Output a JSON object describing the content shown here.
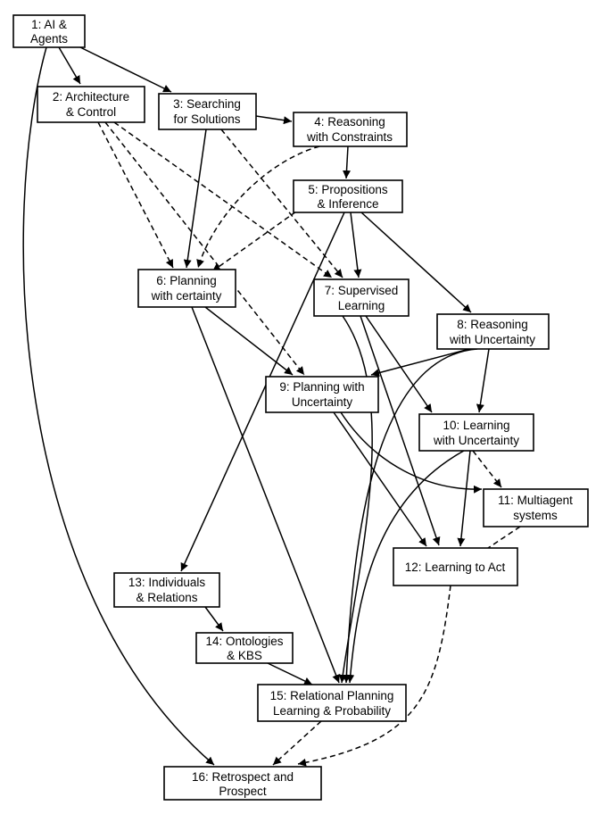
{
  "nodes": [
    {
      "id": "n1",
      "lines": [
        "1: AI &",
        "Agents"
      ]
    },
    {
      "id": "n2",
      "lines": [
        "2: Architecture",
        "& Control"
      ]
    },
    {
      "id": "n3",
      "lines": [
        "3: Searching",
        "for Solutions"
      ]
    },
    {
      "id": "n4",
      "lines": [
        "4: Reasoning",
        "with Constraints"
      ]
    },
    {
      "id": "n5",
      "lines": [
        "5: Propositions",
        "& Inference"
      ]
    },
    {
      "id": "n6",
      "lines": [
        "6: Planning",
        "with certainty"
      ]
    },
    {
      "id": "n7",
      "lines": [
        "7: Supervised",
        "Learning"
      ]
    },
    {
      "id": "n8",
      "lines": [
        "8: Reasoning",
        "with Uncertainty"
      ]
    },
    {
      "id": "n9",
      "lines": [
        "9: Planning with",
        "Uncertainty"
      ]
    },
    {
      "id": "n10",
      "lines": [
        "10: Learning",
        "with Uncertainty"
      ]
    },
    {
      "id": "n11",
      "lines": [
        "11: Multiagent",
        "systems"
      ]
    },
    {
      "id": "n12",
      "lines": [
        "12: Learning to Act"
      ]
    },
    {
      "id": "n13",
      "lines": [
        "13: Individuals",
        "& Relations"
      ]
    },
    {
      "id": "n14",
      "lines": [
        "14: Ontologies",
        "& KBS"
      ]
    },
    {
      "id": "n15",
      "lines": [
        "15: Relational Planning",
        "Learning & Probability"
      ]
    },
    {
      "id": "n16",
      "lines": [
        "16: Retrospect and",
        "Prospect"
      ]
    }
  ],
  "edges": [
    {
      "from": "n1",
      "to": "n2",
      "style": "solid"
    },
    {
      "from": "n1",
      "to": "n3",
      "style": "solid"
    },
    {
      "from": "n1",
      "to": "n16",
      "style": "solid"
    },
    {
      "from": "n2",
      "to": "n6",
      "style": "dashed"
    },
    {
      "from": "n2",
      "to": "n7",
      "style": "dashed"
    },
    {
      "from": "n2",
      "to": "n9",
      "style": "dashed"
    },
    {
      "from": "n3",
      "to": "n4",
      "style": "solid"
    },
    {
      "from": "n3",
      "to": "n6",
      "style": "solid"
    },
    {
      "from": "n3",
      "to": "n7",
      "style": "dashed"
    },
    {
      "from": "n4",
      "to": "n5",
      "style": "solid"
    },
    {
      "from": "n4",
      "to": "n6",
      "style": "dashed"
    },
    {
      "from": "n5",
      "to": "n6",
      "style": "dashed"
    },
    {
      "from": "n5",
      "to": "n7",
      "style": "solid"
    },
    {
      "from": "n5",
      "to": "n8",
      "style": "solid"
    },
    {
      "from": "n5",
      "to": "n13",
      "style": "solid"
    },
    {
      "from": "n6",
      "to": "n9",
      "style": "solid"
    },
    {
      "from": "n6",
      "to": "n15",
      "style": "solid"
    },
    {
      "from": "n7",
      "to": "n10",
      "style": "solid"
    },
    {
      "from": "n7",
      "to": "n12",
      "style": "solid"
    },
    {
      "from": "n7",
      "to": "n15",
      "style": "solid"
    },
    {
      "from": "n8",
      "to": "n9",
      "style": "solid"
    },
    {
      "from": "n8",
      "to": "n10",
      "style": "solid"
    },
    {
      "from": "n8",
      "to": "n15",
      "style": "solid"
    },
    {
      "from": "n9",
      "to": "n11",
      "style": "solid"
    },
    {
      "from": "n9",
      "to": "n12",
      "style": "solid"
    },
    {
      "from": "n10",
      "to": "n11",
      "style": "dashed"
    },
    {
      "from": "n10",
      "to": "n12",
      "style": "solid"
    },
    {
      "from": "n10",
      "to": "n15",
      "style": "solid"
    },
    {
      "from": "n11",
      "to": "n12",
      "style": "dashed"
    },
    {
      "from": "n12",
      "to": "n16",
      "style": "dashed"
    },
    {
      "from": "n13",
      "to": "n14",
      "style": "solid"
    },
    {
      "from": "n14",
      "to": "n15",
      "style": "solid"
    },
    {
      "from": "n15",
      "to": "n16",
      "style": "dashed"
    }
  ]
}
